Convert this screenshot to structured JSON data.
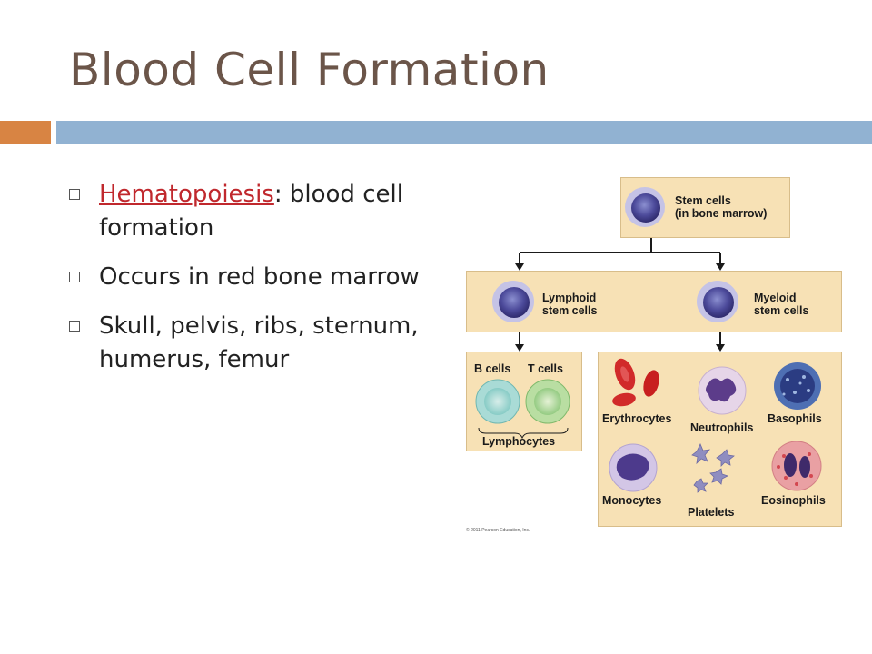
{
  "slide": {
    "title": "Blood Cell Formation",
    "bullets": [
      {
        "term": "Hematopoiesis",
        "text": ": blood cell formation"
      },
      {
        "text": "Occurs in red bone marrow"
      },
      {
        "text": "Skull, pelvis, ribs, sternum, humerus, femur"
      }
    ]
  },
  "diagram": {
    "stem_label_line1": "Stem cells",
    "stem_label_line2": "(in bone marrow)",
    "lymphoid_line1": "Lymphoid",
    "lymphoid_line2": "stem cells",
    "myeloid_line1": "Myeloid",
    "myeloid_line2": "stem cells",
    "b_cells": "B cells",
    "t_cells": "T cells",
    "lymphocytes": "Lymphocytes",
    "erythrocytes": "Erythrocytes",
    "neutrophils": "Neutrophils",
    "basophils": "Basophils",
    "monocytes": "Monocytes",
    "platelets": "Platelets",
    "eosinophils": "Eosinophils",
    "copyright": "© 2011 Pearson Education, Inc."
  },
  "colors": {
    "title": "#6b5549",
    "accent_orange": "#d88443",
    "accent_blue": "#91b2d2",
    "link_red": "#c0282d",
    "panel_fill": "#f7e1b5"
  }
}
